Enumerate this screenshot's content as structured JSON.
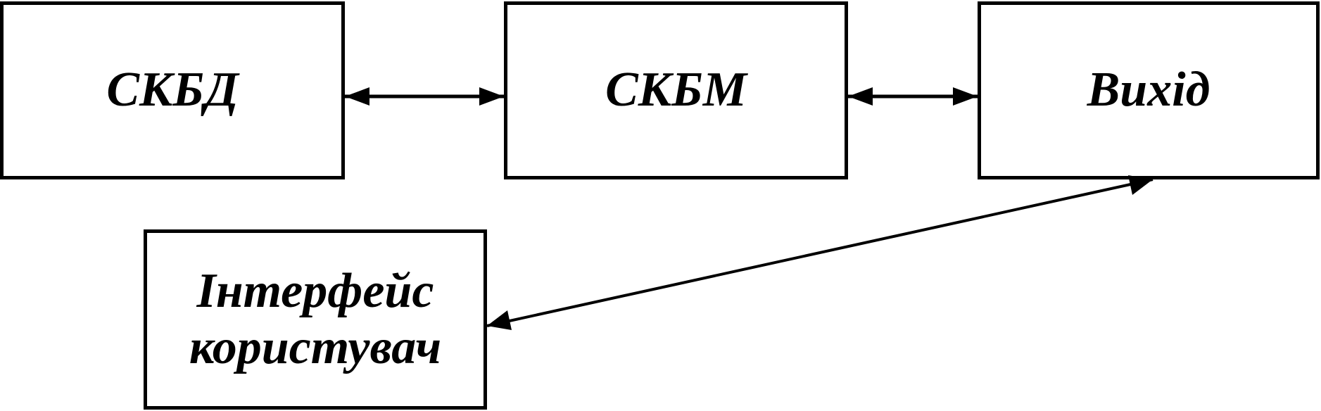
{
  "diagram": {
    "nodes": {
      "skbd": {
        "label": "СКБД"
      },
      "skbm": {
        "label": "СКБМ"
      },
      "vyhid": {
        "label": "Вихід"
      },
      "interface": {
        "line1": "Інтерфейс",
        "line2": "користувач"
      }
    },
    "edges": [
      {
        "from": "skbd",
        "to": "skbm",
        "direction": "bidirectional"
      },
      {
        "from": "skbm",
        "to": "vyhid",
        "direction": "bidirectional"
      },
      {
        "from": "interface",
        "to": "vyhid",
        "direction": "bidirectional"
      }
    ],
    "colors": {
      "stroke": "#000000",
      "fill": "#ffffff",
      "text": "#000000"
    }
  }
}
